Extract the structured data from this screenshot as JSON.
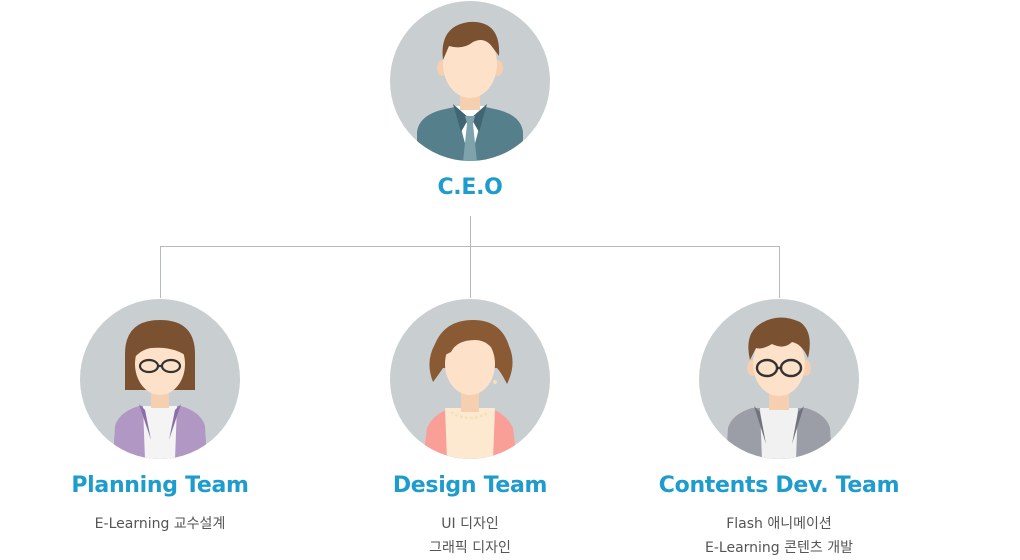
{
  "colors": {
    "accent": "#1e9ccd",
    "avatar_bg": "#c9ced1",
    "skin": "#fde1c8",
    "line": "#b5babd"
  },
  "ceo": {
    "title": "C.E.O",
    "icon": "ceo-avatar-icon"
  },
  "teams": [
    {
      "title": "Planning Team",
      "icon": "planning-woman-glasses-avatar-icon",
      "lines": [
        "E-Learning 교수설계"
      ]
    },
    {
      "title": "Design Team",
      "icon": "design-woman-avatar-icon",
      "lines": [
        "UI 디자인",
        "그래픽 디자인"
      ]
    },
    {
      "title": "Contents Dev. Team",
      "icon": "contents-man-glasses-avatar-icon",
      "lines": [
        "Flash 애니메이션",
        "E-Learning 콘텐츠 개발"
      ]
    }
  ]
}
